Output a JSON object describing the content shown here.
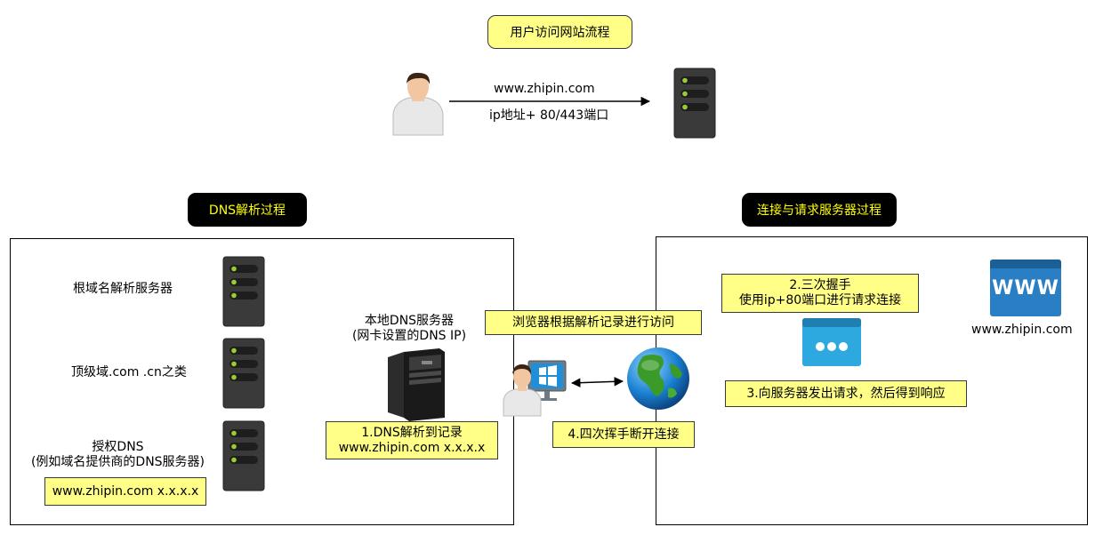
{
  "titles": {
    "user_flow": "用户访问网站流程",
    "dns_process": "DNS解析过程",
    "connect_process": "连接与请求服务器过程"
  },
  "top": {
    "domain": "www.zhipin.com",
    "ip_port": "ip地址+ 80/443端口"
  },
  "dns_servers": {
    "root": "根域名解析服务器",
    "tld": "顶级域.com .cn之类",
    "auth_line1": "授权DNS",
    "auth_line2": "(例如域名提供商的DNS服务器)",
    "auth_record": "www.zhipin.com x.x.x.x"
  },
  "local_dns": {
    "line1": "本地DNS服务器",
    "line2": "(网卡设置的DNS IP)"
  },
  "steps": {
    "step1_line1": "1.DNS解析到记录",
    "step1_line2": "www.zhipin.com x.x.x.x",
    "browser_access": "浏览器根据解析记录进行访问",
    "step2_line1": "2.三次握手",
    "step2_line2": "使用ip+80端口进行请求连接",
    "step3": "3.向服务器发出请求，然后得到响应",
    "step4": "4.四次挥手断开连接"
  },
  "website": {
    "icon_text": "WWW",
    "domain": "www.zhipin.com"
  },
  "colors": {
    "note_fill": "#ffff88",
    "title_black": "#000000",
    "title_yellow_text": "#ffff00",
    "server_body": "#3a3a3a",
    "server_led": "#9acd32",
    "browser_blue": "#2ea9df",
    "www_blue": "#2a7fc4"
  }
}
